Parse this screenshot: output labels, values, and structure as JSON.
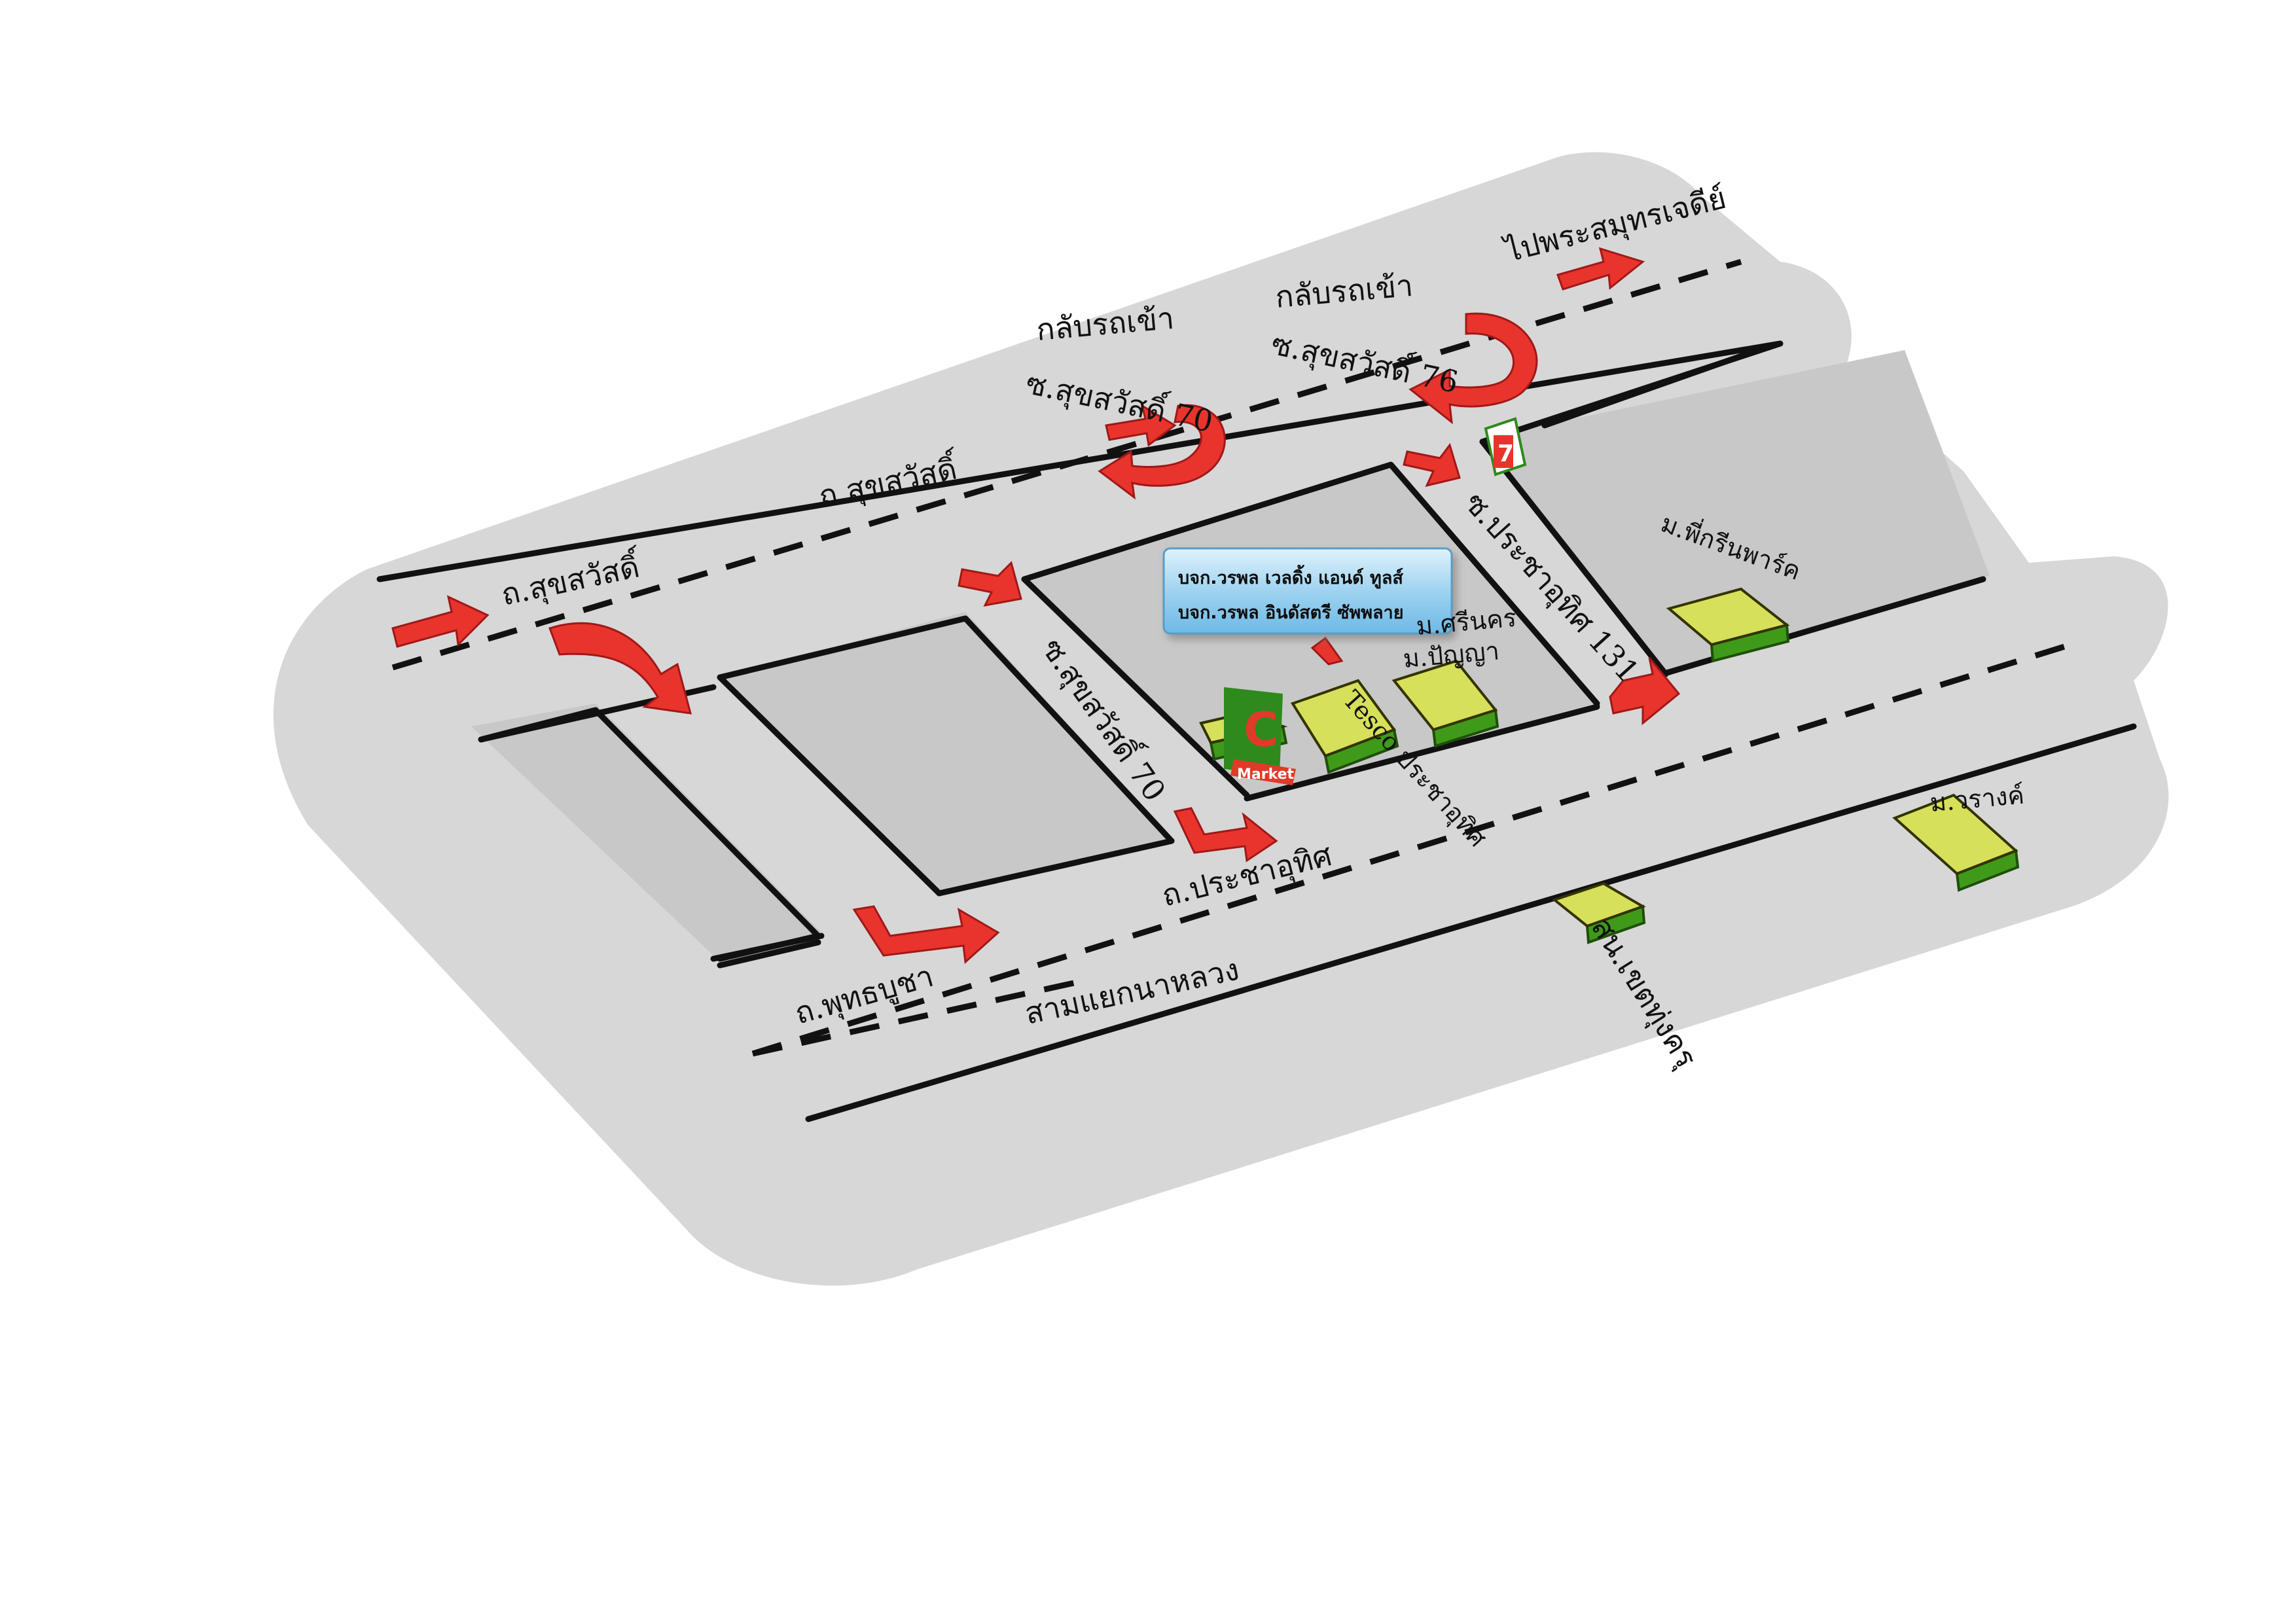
{
  "labels": {
    "top_dest": "ไปพระสมุทรเจดีย์",
    "uturn_76_line1": "กลับรถเข้า",
    "uturn_76_line2": "ซ.สุขสวัสดิ์ 76",
    "uturn_70_line1": "กลับรถเข้า",
    "uturn_70_line2": "ซ.สุขสวัสดิ์ 70",
    "suksawat_top": "ถ.สุขสวัสดิ์",
    "suksawat_left": "ถ.สุขสวัสดิ์",
    "soi_suksawat_70": "ซ.สุขสวัสดิ์ 70",
    "soi_pracha_uthit_131": "ซ.ประชาอุทิศ 131",
    "pracha_uthit": "ถ.ประชาอุทิศ",
    "phutthabucha": "ถ.พุทธบูชา",
    "sam_yaek": "สามแยกนาหลวง",
    "tesco_prachauthit": "Tesco ประชาอุทิศ",
    "mu_ban_1": "ม.พี่กรีนพาร์ค",
    "mu_ban_2": "ม.ปัญญา",
    "mu_ban_3": "ม.ศรีนคร",
    "mu_ban_4": "ม.วรางค์",
    "school": "สน.เขตทุ่งครุ"
  },
  "company": {
    "line1": "บจก.วรพล เวลดิ้ง แอนด์ ทูลส์",
    "line2": "บจก.วรพล อินดัสตรี ซัพพลาย"
  },
  "poi": {
    "market_logo_letter": "C",
    "market_logo_text": "Market",
    "store_logo_text": "7"
  },
  "colors": {
    "road_area": "#d7d7d7",
    "arrow": "#e8342c",
    "building_top": "#d6e05a",
    "building_side": "#3f9a1a",
    "company_box": "#a9d8f2"
  }
}
